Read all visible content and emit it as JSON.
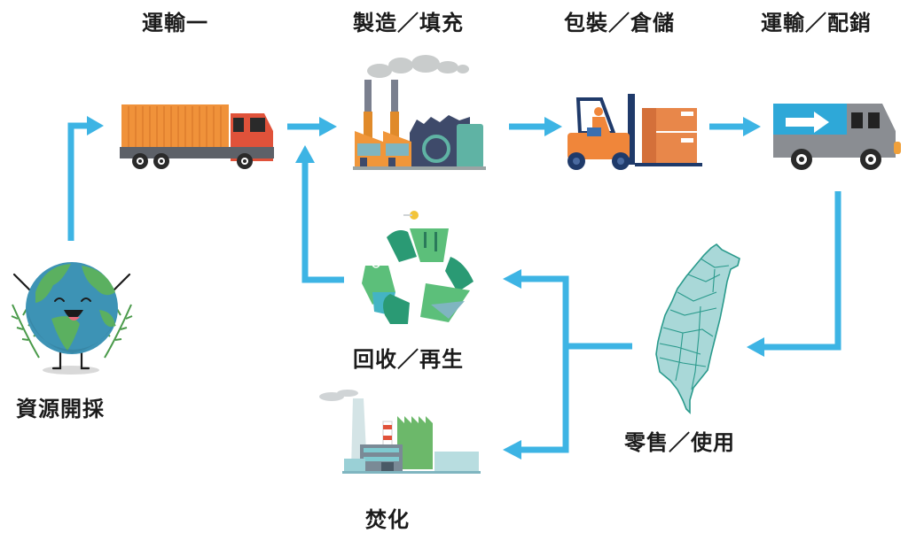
{
  "stages": {
    "transport1": {
      "label": "運輸一",
      "icon": "truck-icon"
    },
    "manufacturing": {
      "label": "製造／填充",
      "icon": "factory-icon"
    },
    "packaging": {
      "label": "包裝／倉儲",
      "icon": "forklift-icon"
    },
    "distribution": {
      "label": "運輸／配銷",
      "icon": "delivery-van-icon"
    },
    "retail": {
      "label": "零售／使用",
      "icon": "taiwan-map-icon"
    },
    "recycling": {
      "label": "回收／再生",
      "icon": "recycle-icon"
    },
    "incineration": {
      "label": "焚化",
      "icon": "incinerator-icon"
    },
    "extraction": {
      "label": "資源開採",
      "icon": "earth-icon"
    }
  },
  "colors": {
    "arrow": "#3db4e4",
    "text": "#1b1b1b",
    "truck_cargo": "#f0923a",
    "truck_cab": "#e0523a",
    "van_blue": "#2ea8d8",
    "van_grey": "#8a8d92",
    "map_fill": "#a9d8d8",
    "map_stroke": "#2a9a8c",
    "recycle_green": "#2a9a74"
  }
}
